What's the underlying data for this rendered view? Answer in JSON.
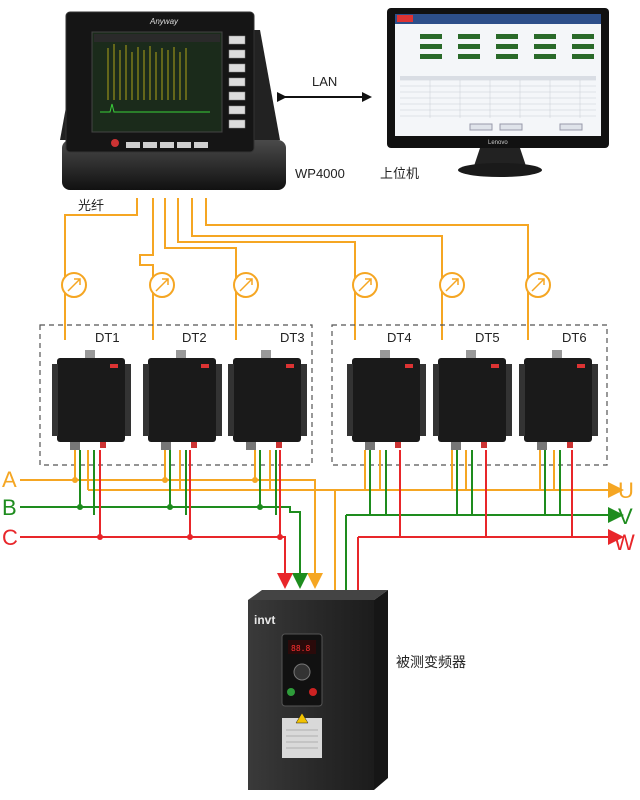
{
  "labels": {
    "analyzer_model": "WP4000",
    "lan": "LAN",
    "pc": "上位机",
    "fiber": "光纤",
    "vfd": "被测变频器",
    "analyzer_brand": "Anyway",
    "monitor_brand": "Lenovo",
    "vfd_brand": "invt"
  },
  "dt_units": [
    "DT1",
    "DT2",
    "DT3",
    "DT4",
    "DT5",
    "DT6"
  ],
  "phases_in": [
    "A",
    "B",
    "C"
  ],
  "phases_out": [
    "U",
    "V",
    "W"
  ],
  "colors": {
    "phase_a": "#f5a623",
    "phase_b": "#1e8c1e",
    "phase_c": "#e8262a",
    "fiber": "#f5a623",
    "unit_body": "#1a1a1a",
    "dashed_box": "#555555"
  }
}
